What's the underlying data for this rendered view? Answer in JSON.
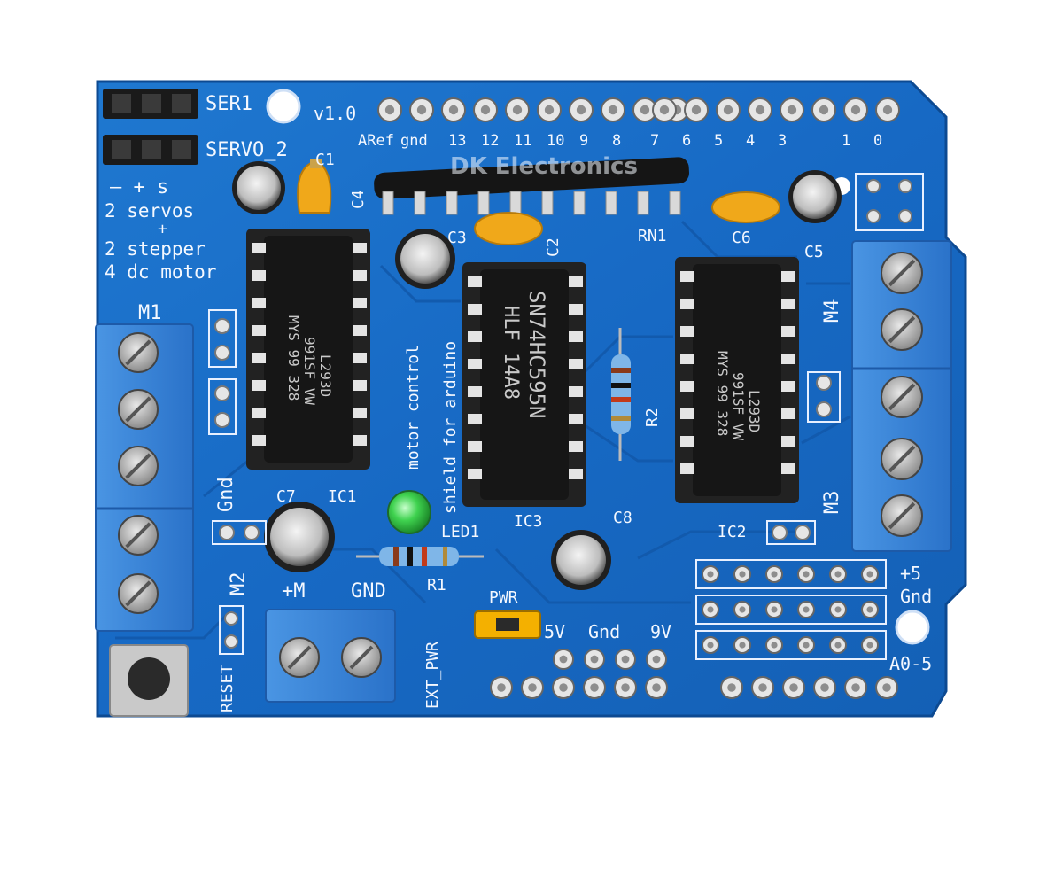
{
  "board": {
    "colors": {
      "pcb": "#1769c4",
      "pcb_dark": "#0f4f9c",
      "terminal": "#2f7fd6",
      "chip": "#1b1b1b",
      "cap_yellow": "#f0a81a",
      "led": "#39d04a",
      "jumper": "#f4b000"
    },
    "labels": {
      "ser1": "SER1",
      "servo2": "SERVO_2",
      "version": "v1.0",
      "aref": "ARef",
      "gnd_top": "gnd",
      "pins_high": [
        "13",
        "12",
        "11",
        "10",
        "9",
        "8"
      ],
      "pins_low": [
        "7",
        "6",
        "5",
        "4",
        "3",
        "",
        "1",
        "0"
      ],
      "brand": "DK Electronics",
      "minus_plus_s": "–  +  s",
      "feat1": "2 servos",
      "feat_plus": "+",
      "feat2": "2 stepper",
      "feat3": "4 dc motor",
      "c1": "C1",
      "c2": "C2",
      "c3": "C3",
      "c4": "C4",
      "c5": "C5",
      "c6": "C6",
      "c7": "C7",
      "c8": "C8",
      "rn1": "RN1",
      "r1": "R1",
      "r2": "R2",
      "ic1": "IC1",
      "ic2": "IC2",
      "ic3": "IC3",
      "led1": "LED1",
      "m1": "M1",
      "m2": "M2",
      "m3": "M3",
      "m4": "M4",
      "gnd_left": "Gnd",
      "plus_m": "+M",
      "gnd_bottom": "GND",
      "pwr": "PWR",
      "v5": "5V",
      "gnd_pwr": "Gnd",
      "v9": "9V",
      "plus5": "+5",
      "gnd_right": "Gnd",
      "a05": "A0-5",
      "reset": "RESET",
      "ext_pwr": "EXT_PWR",
      "motor_control": "motor control",
      "shield_for": "shield for arduino"
    },
    "chips": {
      "ic1_l1": "L293D",
      "ic1_l2": "991SF VW",
      "ic1_l3": "MYS 99 328",
      "ic3_l1": "SN74HC595N",
      "ic3_l2": "HLF  14A8",
      "ic2_l1": "L293D",
      "ic2_l2": "991SF VW",
      "ic2_l3": "MYS 99 328"
    }
  }
}
